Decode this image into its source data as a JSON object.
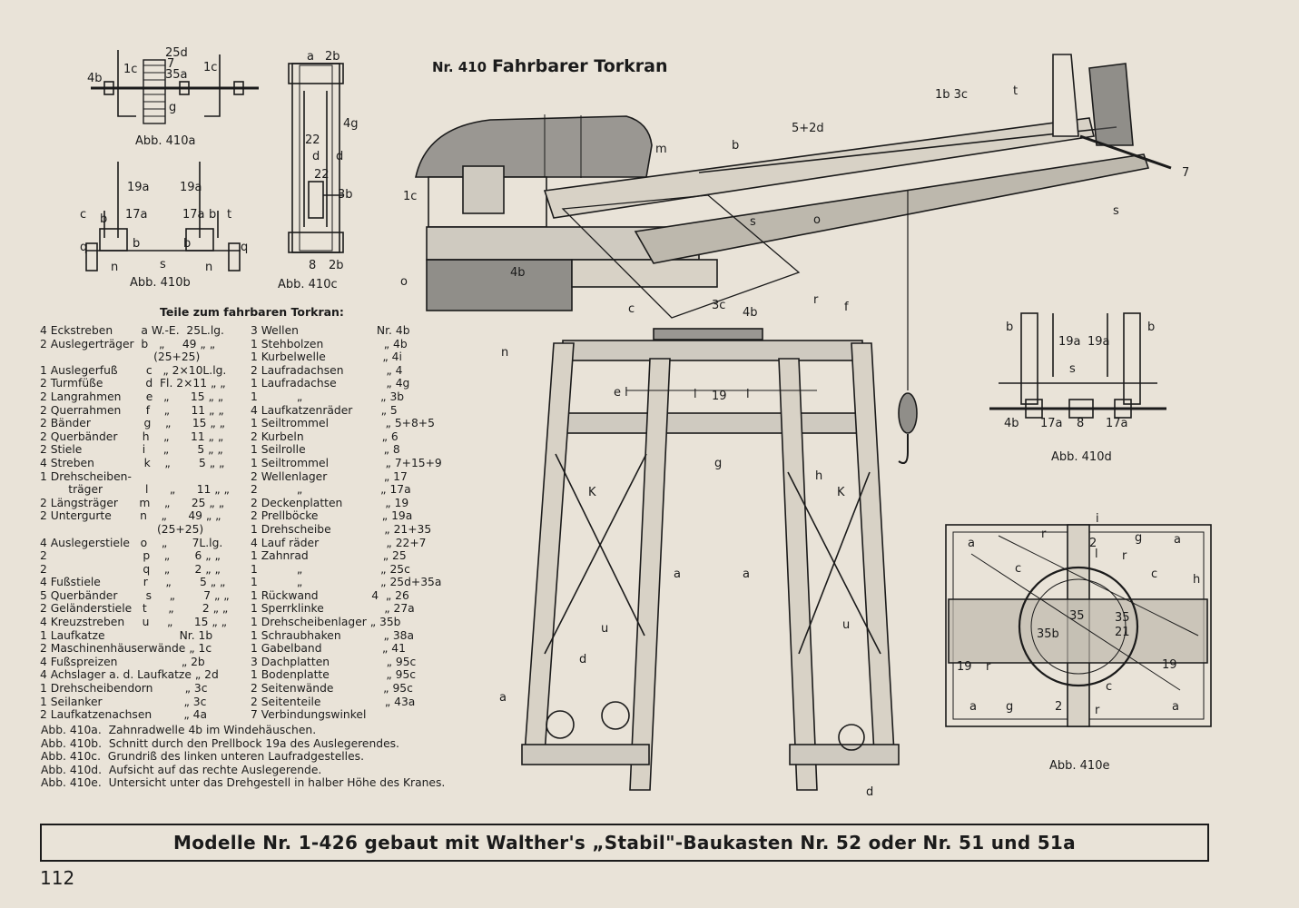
{
  "title": {
    "number": "Nr. 410",
    "name": "Fahrbarer Torkran"
  },
  "figures": {
    "a": "Abb. 410a",
    "b": "Abb. 410b",
    "c": "Abb. 410c",
    "d": "Abb. 410d",
    "e": "Abb. 410e"
  },
  "parts_title": "Teile zum fahrbaren Torkran:",
  "parts_left": [
    "4 Eckstreben        a W.-E.  25L.lg.",
    "2 Auslegerträger  b   „     49 „ „",
    "                                (25+25)",
    "1 Auslegerfuß        c   „ 2×10L.lg.",
    "2 Turmfüße            d  Fl. 2×11 „ „",
    "2 Langrahmen       e   „      15 „ „",
    "2 Querrahmen       f    „      11 „ „",
    "2 Bänder               g    „      15 „ „",
    "2 Querbänder       h    „      11 „ „",
    "2 Stiele                 i     „        5 „ „",
    "4 Streben              k    „        5 „ „",
    "1 Drehscheiben-",
    "        träger            l      „      11 „ „",
    "2 Längsträger      m    „      25 „ „",
    "2 Untergurte        n    „      49 „ „",
    "                                 (25+25)",
    "4 Auslegerstiele   o    „       7L.lg.",
    "2                           p    „       6 „ „",
    "2                           q    „       2 „ „",
    "4 Fußstiele            r     „        5 „ „",
    "5 Querbänder        s     „        7 „ „",
    "2 Geländerstiele   t      „        2 „ „",
    "4 Kreuzstreben     u     „      15 „ „",
    "1 Laufkatze                     Nr. 1b",
    "2 Maschinenhäuserwände „ 1c",
    "4 Fußspreizen                  „ 2b",
    "4 Achslager a. d. Laufkatze „ 2d",
    "1 Drehscheibendorn         „ 3c",
    "1 Seilanker                       „ 3c",
    "2 Laufkatzenachsen         „ 4a"
  ],
  "parts_right": [
    "3 Wellen                      Nr. 4b",
    "1 Stehbolzen                 „ 4b",
    "1 Kurbelwelle                „ 4i",
    "2 Laufradachsen            „ 4",
    "1 Laufradachse              „ 4g",
    "1           „                      „ 3b",
    "4 Laufkatzenräder        „ 5",
    "1 Seiltrommel                „ 5+8+5",
    "2 Kurbeln                      „ 6",
    "1 Seilrolle                      „ 8",
    "1 Seiltrommel                „ 7+15+9",
    "2 Wellenlager                „ 17",
    "2           „                      „ 17a",
    "2 Deckenplatten            „ 19",
    "2 Prellböcke                  „ 19a",
    "1 Drehscheibe               „ 21+35",
    "4 Lauf räder                   „ 22+7",
    "1 Zahnrad                     „ 25",
    "1           „                      „ 25c",
    "1           „                      „ 25d+35a",
    "1 Rückwand               4  „ 26",
    "1 Sperrklinke                 „ 27a",
    "1 Drehscheibenlager „ 35b",
    "1 Schraubhaken            „ 38a",
    "1 Gabelband                 „ 41",
    "3 Dachplatten                „ 95c",
    "1 Bodenplatte                „ 95c",
    "2 Seitenwände              „ 95c",
    "2 Seitenteile                  „ 43a",
    "7 Verbindungswinkel"
  ],
  "captions": [
    "Abb. 410a.  Zahnradwelle 4b im Windehäuschen.",
    "Abb. 410b.  Schnitt durch den Prellbock 19a des Auslegerendes.",
    "Abb. 410c.  Grundriß des linken unteren Laufradgestelles.",
    "Abb. 410d.  Aufsicht auf das rechte Auslegerende.",
    "Abb. 410e.  Untersicht unter das Drehgestell in halber Höhe des Kranes."
  ],
  "footer": "Modelle Nr. 1-426 gebaut mit Walther's „Stabil\"-Baukasten Nr. 52 oder Nr. 51 und 51a",
  "page_number": "112",
  "labels": {
    "a410": [
      "4b",
      "1c",
      "25d",
      "35a",
      "7",
      "g",
      "1c"
    ],
    "b410": [
      "19a",
      "19a",
      "c",
      "b",
      "17a",
      "17a",
      "b",
      "t",
      "q",
      "b",
      "b",
      "q",
      "n",
      "s",
      "n"
    ],
    "c410": [
      "a",
      "2b",
      "4g",
      "22",
      "d",
      "d",
      "22",
      "3b",
      "8",
      "2b"
    ],
    "crane": [
      "m",
      "b",
      "5+2d",
      "1b 3c",
      "t",
      "7",
      "s",
      "1c",
      "o",
      "s",
      "o",
      "4b",
      "r",
      "f",
      "c",
      "3c",
      "4b",
      "n",
      "e l",
      "i",
      "19",
      "i",
      "g",
      "h",
      "K",
      "K",
      "a",
      "a",
      "u",
      "u",
      "d",
      "a",
      "d"
    ],
    "d410": [
      "b",
      "19a",
      "19a",
      "b",
      "s",
      "4b",
      "17a",
      "8",
      "17a"
    ],
    "e410": [
      "i",
      "r",
      "a",
      "g",
      "a",
      "2",
      "l",
      "r",
      "c",
      "c",
      "h",
      "35",
      "21",
      "35b",
      "35",
      "19",
      "r",
      "19",
      "c",
      "a",
      "g",
      "2",
      "r",
      "a"
    ]
  }
}
